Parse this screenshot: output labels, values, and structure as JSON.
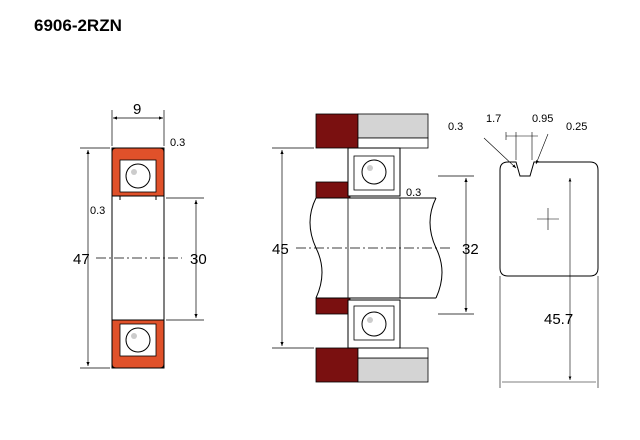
{
  "title": "6906-2RZN",
  "colors": {
    "seal": "#e0512a",
    "housing": "#7a1010",
    "shaft_gray": "#d4d4d4",
    "line": "#000000"
  },
  "dimensions": {
    "width": "9",
    "chamfer_outer": "0.3",
    "chamfer_side": "0.3",
    "outer_diameter": "47",
    "bore": "30",
    "housing_dia": "45",
    "chamfer_shaft": "0.3",
    "shaft_dia": "32",
    "chamfer_top": "0.3",
    "groove_width": "1.7",
    "groove_depth": "0.95",
    "groove_radius": "0.25",
    "groove_dia": "45.7"
  }
}
